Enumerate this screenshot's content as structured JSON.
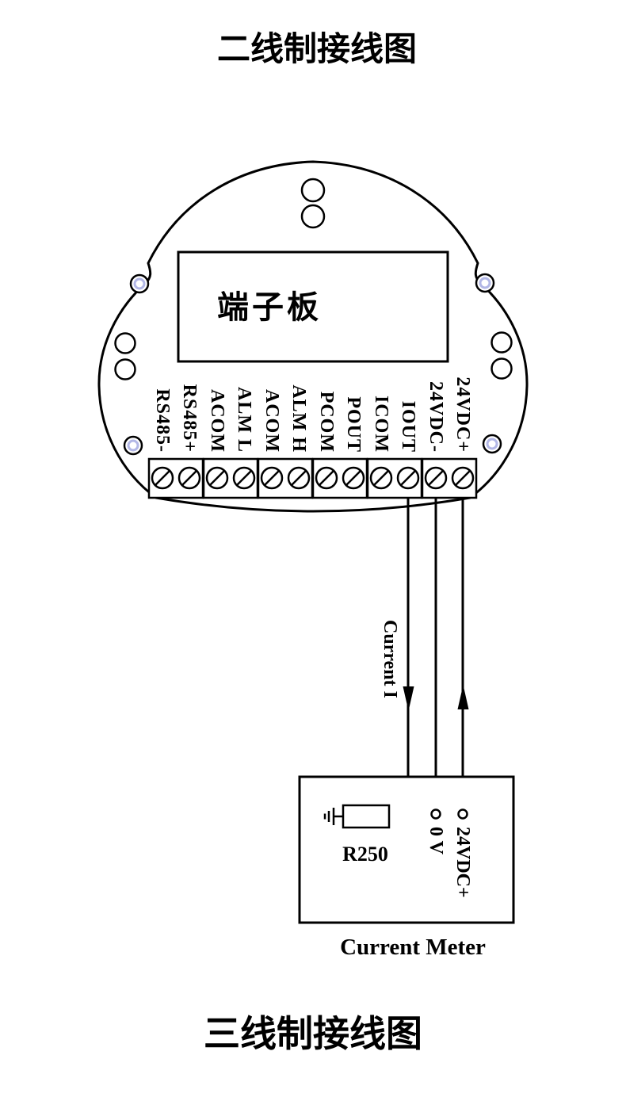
{
  "titles": {
    "top": "二线制接线图",
    "bottom": "三线制接线图"
  },
  "device": {
    "board_label": "端子板",
    "terminals": [
      "RS485-",
      "RS485+",
      "ACOM",
      "ALM L",
      "ACOM",
      "ALM H",
      "PCOM",
      "POUT",
      "ICOM",
      "IOUT",
      "24VDC-",
      "24VDC+"
    ]
  },
  "wiring": {
    "current_label": "Current I"
  },
  "meter": {
    "resistor_label": "R250",
    "zero_volt_label": "0 V",
    "supply_label": "24VDC+",
    "caption": "Current Meter"
  },
  "colors": {
    "line": "#000000",
    "screw_tint": "#8890d8",
    "background": "#ffffff"
  }
}
